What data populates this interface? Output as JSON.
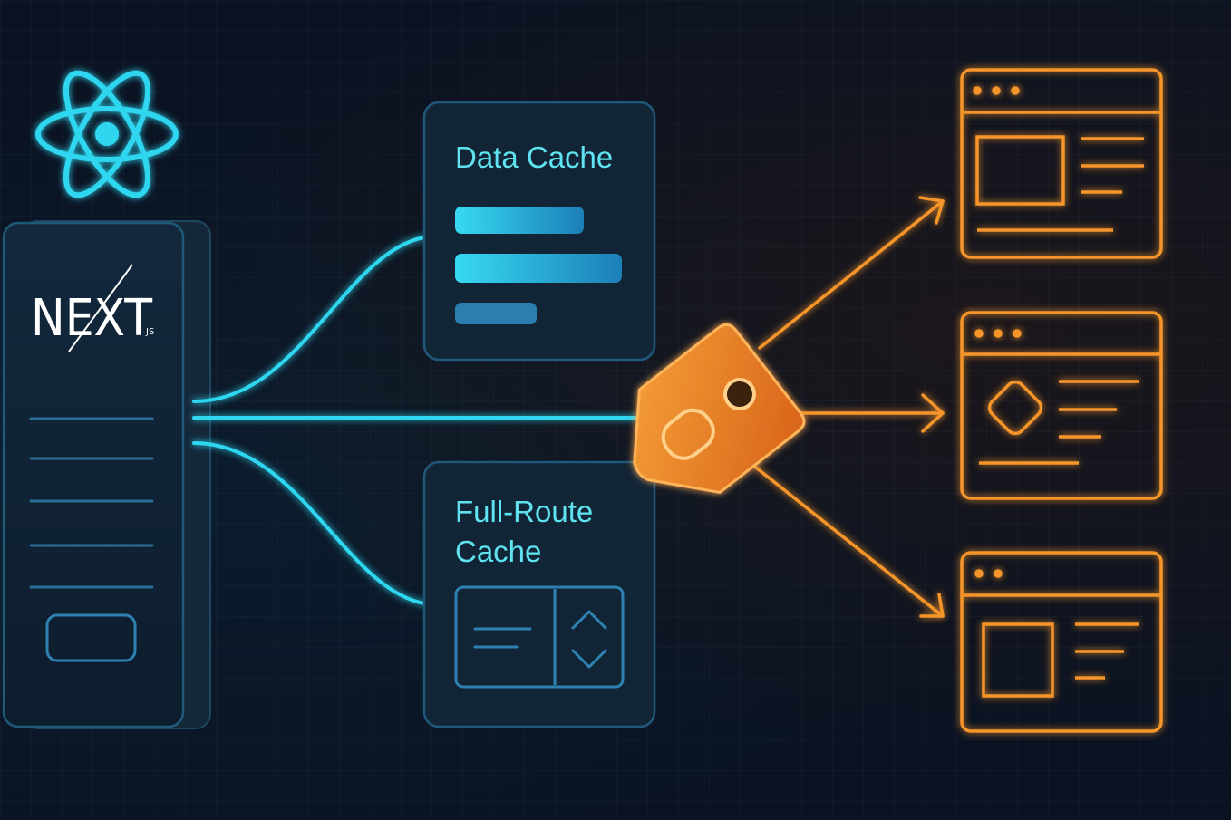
{
  "logo": {
    "wordmark": "NEXT",
    "suffix": "JS"
  },
  "cards": {
    "data_cache": {
      "title": "Data Cache"
    },
    "full_route_cache": {
      "title_line1": "Full-Route",
      "title_line2": "Cache"
    }
  },
  "colors": {
    "background": "#0b1322",
    "cyan_accent": "#2ed6f0",
    "orange_accent": "#f5952a",
    "text_cyan": "#5fe3f0"
  },
  "icons": [
    "react-logo-icon",
    "nextjs-logo-icon",
    "tag-icon",
    "chevron-up-icon",
    "chevron-down-icon",
    "browser-window-icon"
  ]
}
